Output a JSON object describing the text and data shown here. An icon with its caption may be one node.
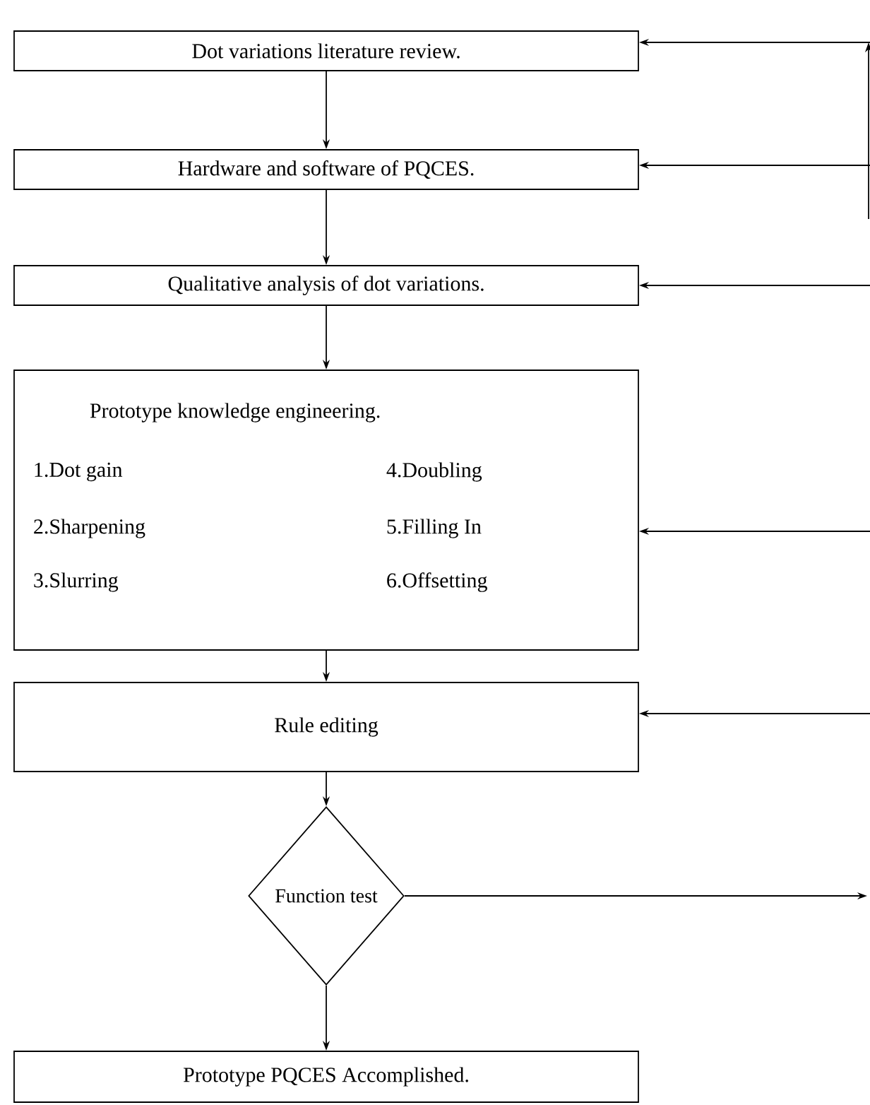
{
  "diagram": {
    "nodes": [
      {
        "text": [
          "Dot variations literature review."
        ]
      },
      {
        "text": [
          "Hardware and software of PQCES."
        ]
      },
      {
        "text": [
          "Qualitative analysis of dot variations."
        ]
      },
      {
        "text": [
          "Prototype knowledge engineering.",
          "1.Dot gain",
          "4.Doubling",
          "2.Sharpening",
          "5.Filling In",
          "3.Slurring",
          "6.Offsetting"
        ]
      },
      {
        "text": [
          "Rule editing"
        ]
      },
      {
        "text": [
          "Function test"
        ]
      },
      {
        "text": [
          "Prototype PQCES Accomplished."
        ]
      }
    ],
    "edges": [
      {
        "from": 0,
        "to": 1,
        "arrow": "to"
      },
      {
        "from": 1,
        "to": 2,
        "arrow": "to"
      },
      {
        "from": 2,
        "to": 3,
        "arrow": "to"
      },
      {
        "from": 3,
        "to": 4,
        "arrow": "to"
      },
      {
        "from": 4,
        "to": 5,
        "arrow": "to"
      },
      {
        "from": 5,
        "to": 6,
        "arrow": "to"
      },
      {
        "from": 5,
        "to": null,
        "arrow": "to"
      },
      {
        "from": null,
        "to": 0,
        "arrow": "to"
      },
      {
        "from": null,
        "to": 1,
        "arrow": "to"
      },
      {
        "from": null,
        "to": 2,
        "arrow": "to"
      },
      {
        "from": null,
        "to": 3,
        "arrow": "to"
      },
      {
        "from": null,
        "to": 4,
        "arrow": "to"
      }
    ]
  }
}
